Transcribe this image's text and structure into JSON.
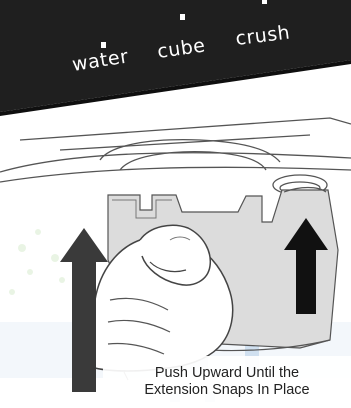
{
  "panel": {
    "buttons": [
      "water",
      "cube",
      "crush"
    ]
  },
  "caption": {
    "line1": "Push Upward Until the",
    "line2": "Extension Snaps In Place"
  },
  "colors": {
    "panel": "#1f1f1f",
    "housing_line": "#555555",
    "arrow": "#3a3a3a",
    "watermark": "#2f74c0",
    "watermark_dots": "#9fd08a"
  },
  "icons": [
    "up-arrow-left",
    "up-arrow-right",
    "hand",
    "dispenser-extension",
    "watermark-logo"
  ]
}
